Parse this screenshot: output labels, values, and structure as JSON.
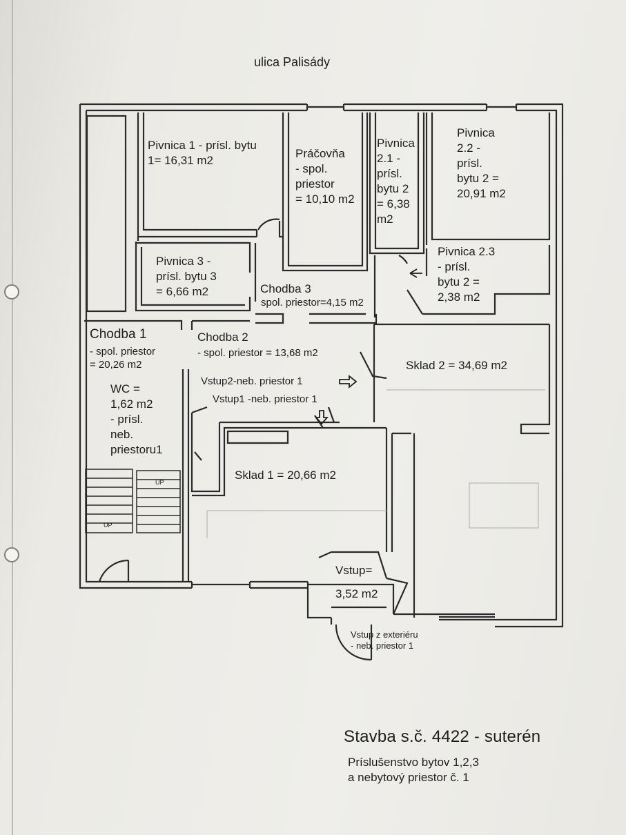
{
  "street": "ulica Palisády",
  "title": "Stavba s.č. 4422  - suterén",
  "subtitle": "Príslušenstvo bytov 1,2,3\na nebytový priestor č. 1",
  "rooms": {
    "pivnica1": "Pivnica 1 - prísl. bytu\n1= 16,31 m2",
    "pracovna": "Práčovňa\n- spol.\npriestor\n= 10,10 m2",
    "pivnica21": "Pivnica\n2.1 -\nprísl.\nbytu 2\n= 6,38\nm2",
    "pivnica22": "Pivnica\n2.2 -\nprísl.\nbytu 2 =\n20,91 m2",
    "pivnica23": "Pivnica 2.3\n- prísl.\nbytu 2 =\n2,38 m2",
    "pivnica3": "Pivnica 3 -\nprísl. bytu 3\n= 6,66 m2",
    "chodba3_title": "Chodba 3",
    "chodba3_sub": "spol. priestor=4,15 m2",
    "chodba1_title": "Chodba 1",
    "chodba1_sub": "- spol. priestor\n= 20,26 m2",
    "chodba2_title": "Chodba 2",
    "chodba2_sub": "- spol. priestor = 13,68 m2",
    "wc": "WC =\n1,62 m2\n- prísl.\nneb.\npriestoru1",
    "vstup2": "Vstup2-neb. priestor 1",
    "vstup1": "Vstup1 -neb. priestor 1",
    "sklad1": "Sklad 1 = 20,66 m2",
    "sklad2": "Sklad 2 = 34,69 m2",
    "vstup": "Vstup=\n3,52 m2",
    "vstup_ext": "Vstup z exteriéru\n- neb. priestor 1",
    "stair_up": "UP"
  }
}
